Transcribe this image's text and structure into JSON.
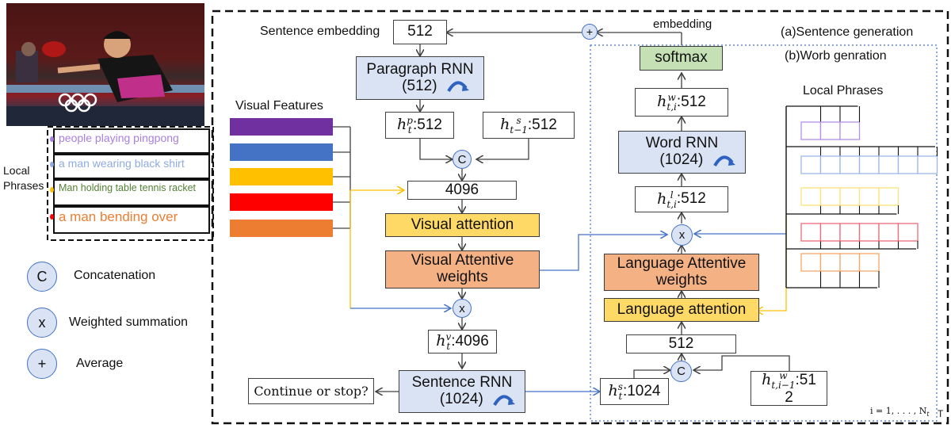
{
  "photo": {
    "description": "table tennis player lunging at Olympic table",
    "icon": "photo-image"
  },
  "local_phrases_panel": {
    "label": "Local\nPhrases",
    "phrases": [
      {
        "text": "people playing pingpong",
        "color": "#a97fe0"
      },
      {
        "text": "a man wearing black shirt",
        "color": "#8fabe0"
      },
      {
        "text": "Man holding table tennis racket",
        "color": "#548235"
      },
      {
        "text": "a man bending  over",
        "color": "#ed7d31"
      }
    ]
  },
  "legend": [
    {
      "symbol": "C",
      "label": "Concatenation"
    },
    {
      "symbol": "x",
      "label": "Weighted summation"
    },
    {
      "symbol": "+",
      "label": "Average"
    }
  ],
  "sentence_gen": {
    "title": "(a)Sentence generation",
    "sentence_embedding_label": "Sentence embedding",
    "sentence_embedding_value": "512",
    "embedding_label": "embedding",
    "paragraph_rnn": {
      "name": "Paragraph RNN",
      "size": "(512)"
    },
    "hp": {
      "sym": "h",
      "sup": "p",
      "sub": "t",
      "value": ":512"
    },
    "hs_prev": {
      "sym": "h",
      "sup": "s",
      "sub": "t−1",
      "value": ":512"
    },
    "concat_value": "4096",
    "visual_features_label": "Visual Features",
    "visual_feature_colors": [
      "#7030a0",
      "#4472c4",
      "#ffc000",
      "#ff0000",
      "#ed7d31"
    ],
    "visual_attention": "Visual attention",
    "visual_attentive_weights": [
      "Visual Attentive",
      "weights"
    ],
    "hv": {
      "sym": "h",
      "sup": "v",
      "sub": "t",
      "value": ":4096"
    },
    "sentence_rnn": {
      "name": "Sentence RNN",
      "size": "(1024)"
    },
    "continue_or_stop": "Continue or stop?"
  },
  "word_gen": {
    "title": "(b)Worb genration",
    "softmax": "softmax",
    "hw": {
      "sym": "h",
      "sup": "w",
      "sub": "t,i",
      "value": ":512"
    },
    "word_rnn": {
      "name": "Word RNN",
      "size": "(1024)"
    },
    "hl": {
      "sym": "h",
      "sup": "l",
      "sub": "t,i",
      "value": ":512"
    },
    "language_attentive_weights": [
      "Language Attentive",
      "weights"
    ],
    "language_attention": "Language attention",
    "concat_value": "512",
    "hs": {
      "sym": "h",
      "sup": "s",
      "sub": "t",
      "value": ":1024"
    },
    "hw_prev": {
      "sym": "h",
      "sup": "w",
      "sub": "t,i−1",
      "value": ":51",
      "value2": "2"
    },
    "local_phrases_label": "Local Phrases",
    "phrase_groups": [
      {
        "color": "#b48ee8",
        "cells": 3
      },
      {
        "color": "#9db8e8",
        "cells": 7
      },
      {
        "color": "#ffe07a",
        "cells": 5
      },
      {
        "color": "#ee6b7a",
        "cells": 6
      },
      {
        "color": "#f4a86a",
        "cells": 4
      }
    ],
    "index_note": "i = 1, . . . , N",
    "index_note_sub": "t",
    "corner_mark": "T"
  },
  "colors": {
    "blue_line": "#4472c4",
    "yellow_line": "#ffc000",
    "rnn_fill": "#dae3f3",
    "attention_fill": "#ffd966",
    "weights_fill": "#f4b183",
    "softmax_fill": "#c5e0b4"
  }
}
